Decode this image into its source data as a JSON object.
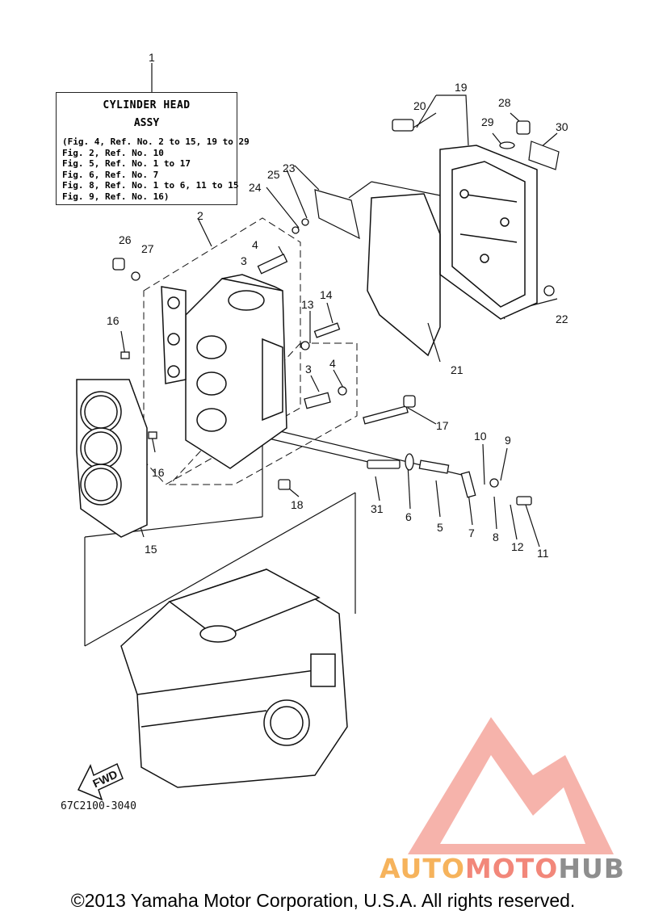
{
  "info_box": {
    "title_line1": "CYLINDER HEAD",
    "title_line2": "ASSY",
    "lines": [
      "(Fig. 4, Ref. No. 2 to 15, 19 to 29",
      "Fig. 2, Ref. No. 10",
      "Fig. 5, Ref. No. 1 to 17",
      "Fig. 6, Ref. No. 7",
      "Fig. 8, Ref. No. 1 to 6, 11 to 15",
      "Fig. 9, Ref. No. 16)"
    ]
  },
  "callouts": {
    "c1": "1",
    "c2": "2",
    "c3a": "3",
    "c3b": "3",
    "c4a": "4",
    "c4b": "4",
    "c5": "5",
    "c6": "6",
    "c7": "7",
    "c8": "8",
    "c9": "9",
    "c10": "10",
    "c11": "11",
    "c12": "12",
    "c13": "13",
    "c14": "14",
    "c15": "15",
    "c16a": "16",
    "c16b": "16",
    "c17": "17",
    "c18": "18",
    "c19": "19",
    "c20": "20",
    "c21": "21",
    "c22": "22",
    "c23": "23",
    "c24": "24",
    "c25": "25",
    "c26": "26",
    "c27": "27",
    "c28": "28",
    "c29": "29",
    "c30": "30",
    "c31": "31"
  },
  "fwd_label": "FWD",
  "diagram_code": "67C2100-3040",
  "copyright": "©2013 Yamaha Motor Corporation, U.S.A. All rights reserved.",
  "watermark": {
    "part1": "AUTO",
    "part2": "MOTO",
    "part3": "HUB"
  },
  "colors": {
    "watermark_orange": "#f6b35c",
    "watermark_red": "#f2877a",
    "watermark_gray": "#8e8e8e",
    "line": "#111111"
  }
}
